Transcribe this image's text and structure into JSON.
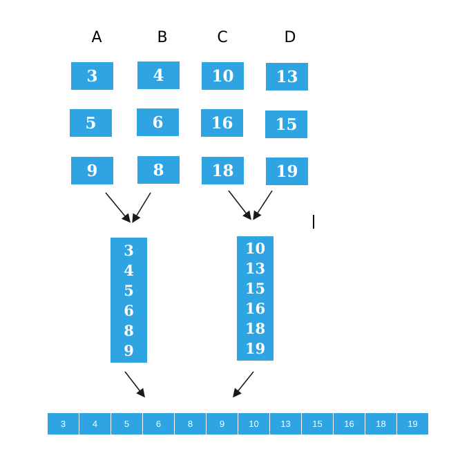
{
  "columns": [
    {
      "label": "A",
      "values": [
        "3",
        "5",
        "9"
      ]
    },
    {
      "label": "B",
      "values": [
        "4",
        "6",
        "8"
      ]
    },
    {
      "label": "C",
      "values": [
        "10",
        "16",
        "18"
      ]
    },
    {
      "label": "D",
      "values": [
        "13",
        "15",
        "19"
      ]
    }
  ],
  "merged_ab": [
    "3",
    "4",
    "5",
    "6",
    "8",
    "9"
  ],
  "merged_cd": [
    "10",
    "13",
    "15",
    "16",
    "18",
    "19"
  ],
  "final_sorted": [
    "3",
    "4",
    "5",
    "6",
    "8",
    "9",
    "10",
    "13",
    "15",
    "16",
    "18",
    "19"
  ],
  "colors": {
    "box": "#2fa4e3",
    "arrow": "#1a1a1a"
  }
}
